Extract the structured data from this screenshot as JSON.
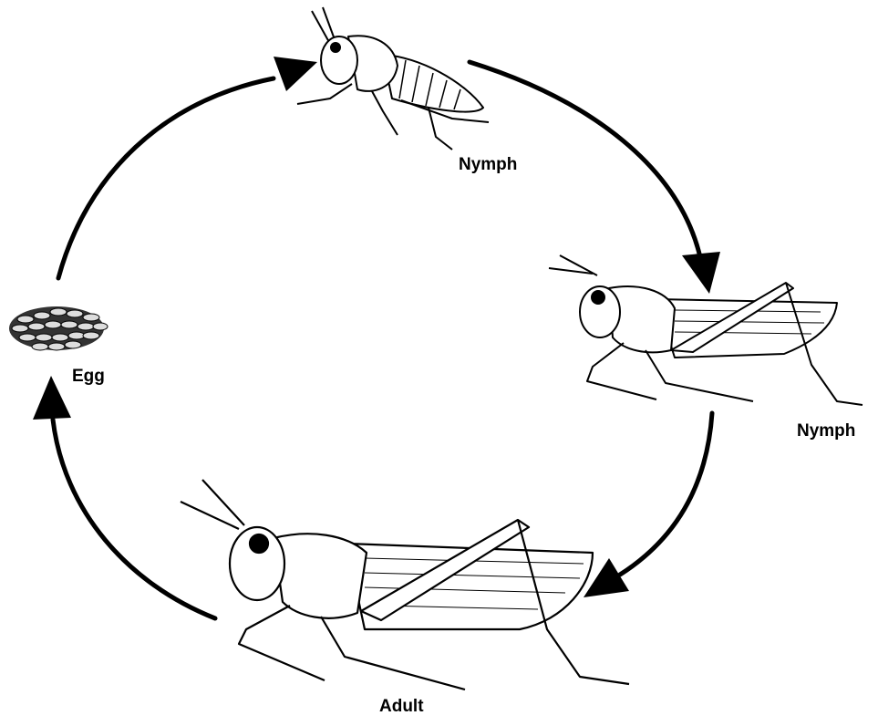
{
  "diagram": {
    "stages": {
      "nymph_small": "Nymph",
      "nymph_large": "Nymph",
      "adult": "Adult",
      "egg": "Egg"
    }
  },
  "colors": {
    "ink": "#000000",
    "background": "#ffffff"
  }
}
